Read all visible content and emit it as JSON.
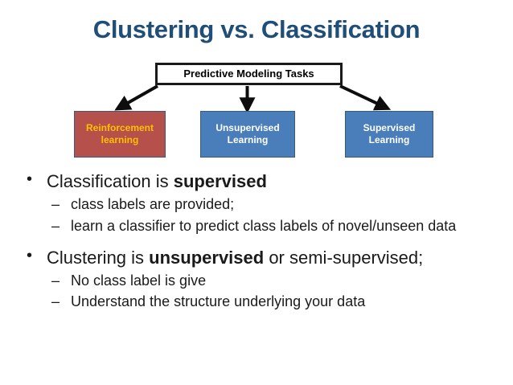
{
  "slide": {
    "title": "Clustering vs. Classification",
    "title_color": "#1F4E79",
    "background": "#FFFFFF"
  },
  "flowchart": {
    "root": {
      "label": "Predictive Modeling Tasks",
      "fill": "#FFFFFF",
      "border": "#1A1A1A",
      "text_color": "#000000"
    },
    "arrows": [
      {
        "name": "arrow-to-reinforcement",
        "direction": "down-left"
      },
      {
        "name": "arrow-to-unsupervised",
        "direction": "down"
      },
      {
        "name": "arrow-to-supervised",
        "direction": "down-right"
      }
    ],
    "leaves": [
      {
        "id": "reinforcement",
        "line1": "Reinforcement",
        "line2": "learning",
        "fill": "#B5504A",
        "text_color": "#FFC000"
      },
      {
        "id": "unsupervised",
        "line1": "Unsupervised",
        "line2": "Learning",
        "fill": "#4A7EBB",
        "text_color": "#FFFFFF"
      },
      {
        "id": "supervised",
        "line1": "Supervised",
        "line2": "Learning",
        "fill": "#4A7EBB",
        "text_color": "#FFFFFF"
      }
    ]
  },
  "body": {
    "group1": {
      "marker": "•",
      "lead_text": "Classification is ",
      "lead_bold": "supervised",
      "sub": [
        {
          "marker": "–",
          "text": " class labels are provided;"
        },
        {
          "marker": "–",
          "text": "learn a classifier to predict class labels of novel/unseen data"
        }
      ]
    },
    "group2": {
      "marker": "•",
      "lead_text_pre": "Clustering is ",
      "lead_bold": "unsupervised",
      "lead_text_post": " or semi-supervised;",
      "sub": [
        {
          "marker": "–",
          "text": "No class label is give"
        },
        {
          "marker": "–",
          "text": "Understand the structure underlying your data"
        }
      ]
    }
  }
}
